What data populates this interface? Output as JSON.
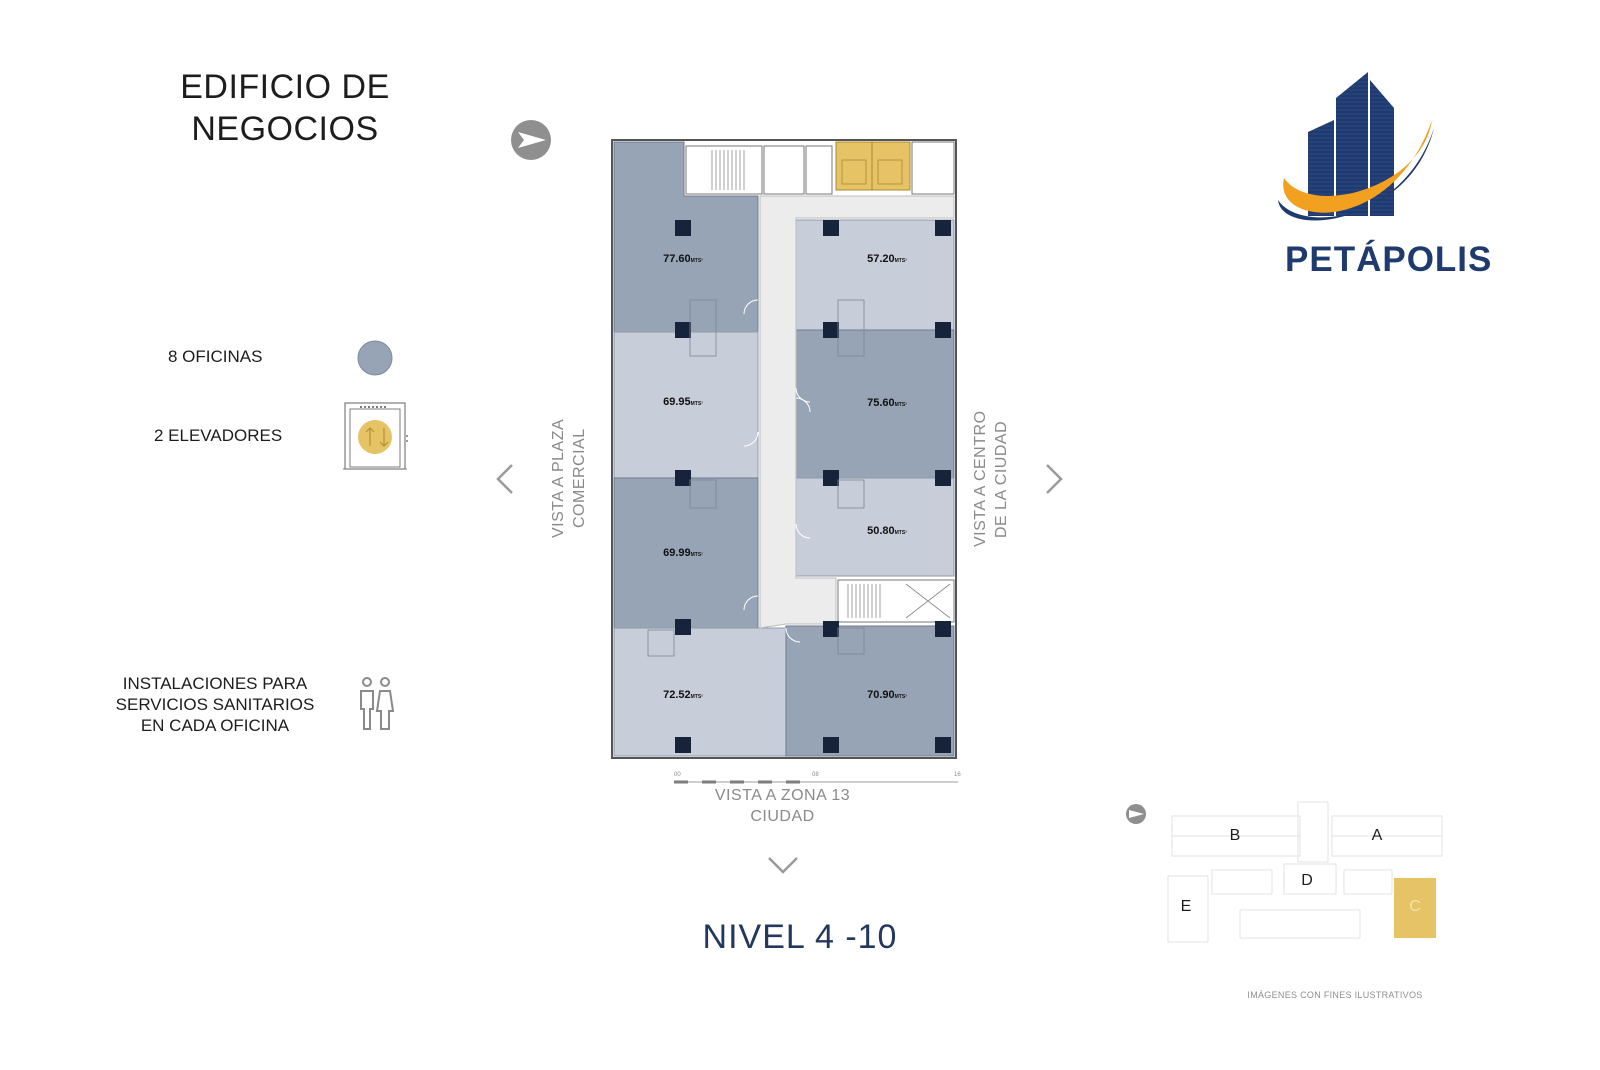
{
  "title_line1": "EDIFICIO DE",
  "title_line2": "NEGOCIOS",
  "legend": {
    "offices": "8 OFICINAS",
    "elevators": "2 ELEVADORES",
    "sanitary_line1": "INSTALACIONES PARA",
    "sanitary_line2": "SERVICIOS SANITARIOS",
    "sanitary_line3": "EN CADA OFICINA"
  },
  "views": {
    "left_line1": "VISTA A PLAZA",
    "left_line2": "COMERCIAL",
    "right_line1": "VISTA A CENTRO",
    "right_line2": "DE LA CIUDAD",
    "bottom_line1": "VISTA A ZONA 13",
    "bottom_line2": "CIUDAD"
  },
  "offices": [
    {
      "area": "77.60",
      "unit": "MTS²",
      "tone": "dark"
    },
    {
      "area": "69.95",
      "unit": "MTS²",
      "tone": "light"
    },
    {
      "area": "69.99",
      "unit": "MTS²",
      "tone": "dark"
    },
    {
      "area": "72.52",
      "unit": "MTS²",
      "tone": "light"
    },
    {
      "area": "57.20",
      "unit": "MTS²",
      "tone": "light"
    },
    {
      "area": "75.60",
      "unit": "MTS²",
      "tone": "dark"
    },
    {
      "area": "50.80",
      "unit": "MTS²",
      "tone": "light"
    },
    {
      "area": "70.90",
      "unit": "MTS²",
      "tone": "dark"
    }
  ],
  "scale": {
    "start": "00",
    "mid": "08",
    "end": "16"
  },
  "level": "NIVEL 4 -10",
  "brand": "PETÁPOLIS",
  "key_plan": {
    "labels": [
      "B",
      "A",
      "D",
      "E",
      "C"
    ],
    "highlight": "C"
  },
  "disclaimer": "IMÁGENES CON FINES ILUSTRATIVOS",
  "colors": {
    "office_dark": "#97a4b6",
    "office_light": "#c7ced9",
    "elevator": "#e6c466",
    "brand_navy": "#1f3a6e",
    "brand_orange": "#f2a020",
    "level_text": "#23385f"
  }
}
